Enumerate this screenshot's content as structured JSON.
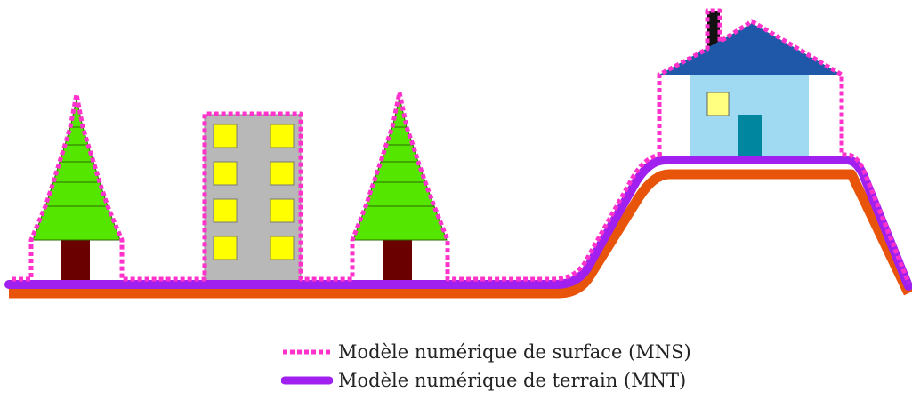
{
  "legend": {
    "items": [
      {
        "id": "mns",
        "label": "Modèle numérique de surface (MNS)",
        "style": "dashed",
        "color": "#ff33cc"
      },
      {
        "id": "mnt",
        "label": "Modèle numérique de terrain (MNT)",
        "style": "solid",
        "color": "#a020f0"
      }
    ]
  },
  "colors": {
    "ground_base": "#e8540a",
    "terrain_line": "#a020f0",
    "surface_line": "#ff33cc",
    "tree_foliage": "#55e600",
    "tree_trunk": "#6b0000",
    "building_wall": "#b8b8b8",
    "window": "#ffff00",
    "house_roof": "#1f58a8",
    "house_wall": "#9fdaf2",
    "house_door": "#00869e",
    "house_window": "#ffff80",
    "chimney": "#111111"
  },
  "objects": [
    {
      "name": "tree-left-icon"
    },
    {
      "name": "apartment-building-icon"
    },
    {
      "name": "tree-right-icon"
    },
    {
      "name": "house-icon"
    }
  ]
}
